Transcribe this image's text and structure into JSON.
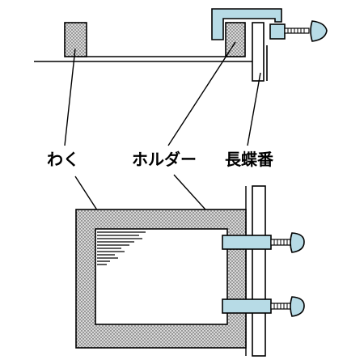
{
  "labels": {
    "waku": "わく",
    "holder": "ホルダー",
    "hinge": "長蝶番"
  },
  "colors": {
    "stipple_bg": "#d8d8d8",
    "stipple_dot": "#3a3a3a",
    "holder_fill": "#b7dbe6",
    "outline": "#000000",
    "white": "#ffffff"
  }
}
